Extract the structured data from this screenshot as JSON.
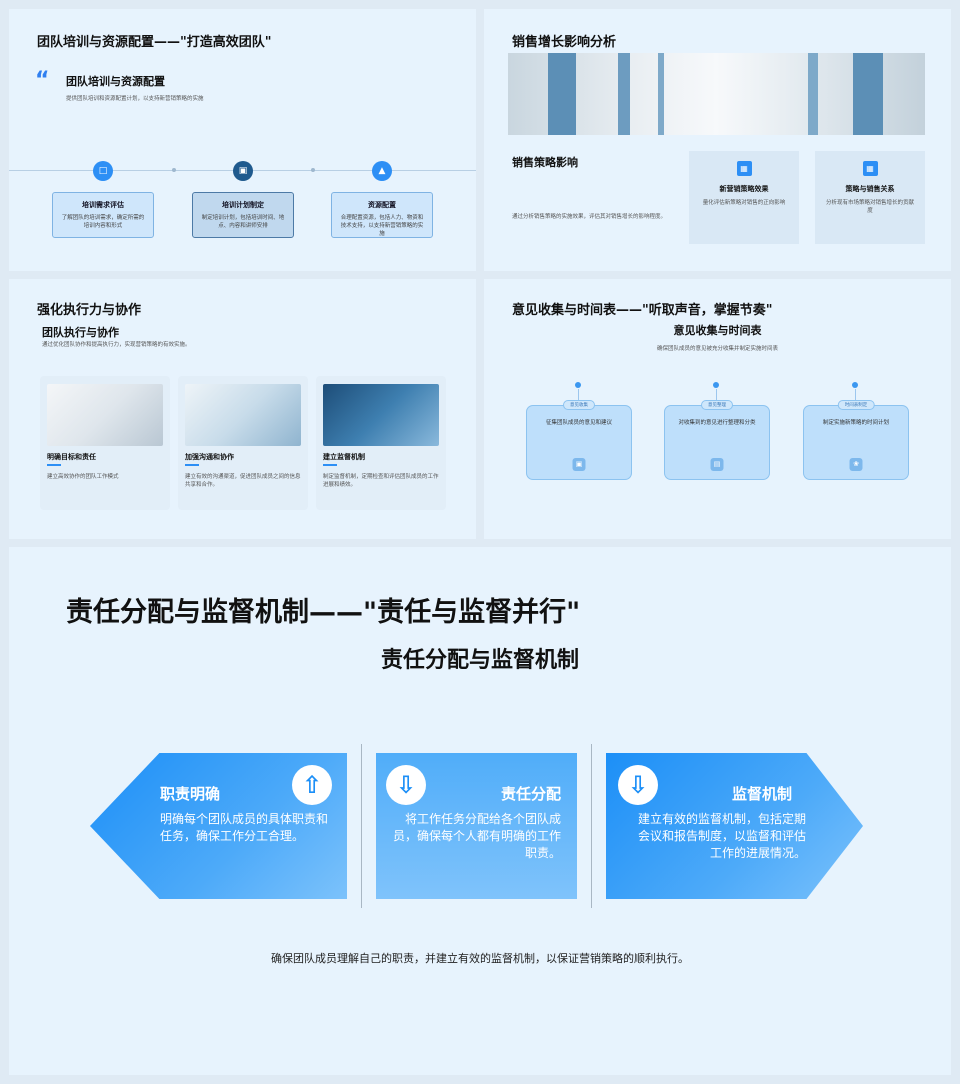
{
  "slide1": {
    "title": "团队培训与资源配置——\"打造高效团队\"",
    "quote_mark": "“",
    "subtitle": "团队培训与资源配置",
    "description": "提供团队培训和资源配置计划，以支持新营销策略的实施",
    "steps": [
      {
        "title": "培训需求评估",
        "desc": "了解团队的培训需求，确定所需的培训内容和形式",
        "icon": "document-icon"
      },
      {
        "title": "培训计划制定",
        "desc": "制定培训计划，包括培训时间、地点、内容和讲师安排",
        "icon": "image-icon"
      },
      {
        "title": "资源配置",
        "desc": "合理配置资源，包括人力、物资和技术支持，以支持新营销策略的实施",
        "icon": "flask-icon"
      }
    ]
  },
  "slide2": {
    "title": "销售增长影响分析",
    "subtitle": "销售策略影响",
    "description": "通过分析销售策略的实施效果，评估其对销售增长的影响程度。",
    "cards": [
      {
        "title": "新营销策略效果",
        "desc": "量化评估新策略对销售的正向影响"
      },
      {
        "title": "策略与销售关系",
        "desc": "分析现有市场策略对销售增长的贡献度"
      }
    ]
  },
  "slide3": {
    "title": "强化执行力与协作",
    "subtitle": "团队执行与协作",
    "description": "通过优化团队协作和提高执行力，实现营销策略的有效实施。",
    "cards": [
      {
        "title": "明确目标和责任",
        "desc": "建立高效协作的团队工作模式"
      },
      {
        "title": "加强沟通和协作",
        "desc": "建立有效的沟通渠道，促进团队成员之间的信息共享和合作。"
      },
      {
        "title": "建立监督机制",
        "desc": "制定监督机制，定期检查和评估团队成员的工作进展和绩效。"
      }
    ]
  },
  "slide4": {
    "title": "意见收集与时间表——\"听取声音，掌握节奏\"",
    "subtitle": "意见收集与时间表",
    "description": "确保团队成员的意见被充分收集并制定实施时间表",
    "cards": [
      {
        "tag": "意见收集",
        "desc": "征集团队成员的意见和建议"
      },
      {
        "tag": "意见整理",
        "desc": "对收集到的意见进行整理和分类"
      },
      {
        "tag": "时间表制定",
        "desc": "制定实施新策略的时间计划"
      }
    ]
  },
  "slide5": {
    "title": "责任分配与监督机制——\"责任与监督并行\"",
    "subtitle": "责任分配与监督机制",
    "boxes": [
      {
        "heading": "职责明确",
        "desc": "明确每个团队成员的具体职责和任务，确保工作分工合理。",
        "icon": "arrow-up-icon"
      },
      {
        "heading": "责任分配",
        "desc": "将工作任务分配给各个团队成员，确保每个人都有明确的工作职责。",
        "icon": "arrow-down-icon"
      },
      {
        "heading": "监督机制",
        "desc": "建立有效的监督机制，包括定期会议和报告制度，以监督和评估工作的进展情况。",
        "icon": "arrow-down-icon"
      }
    ],
    "footer": "确保团队成员理解自己的职责，并建立有效的监督机制，以保证营销策略的顺利执行。"
  }
}
